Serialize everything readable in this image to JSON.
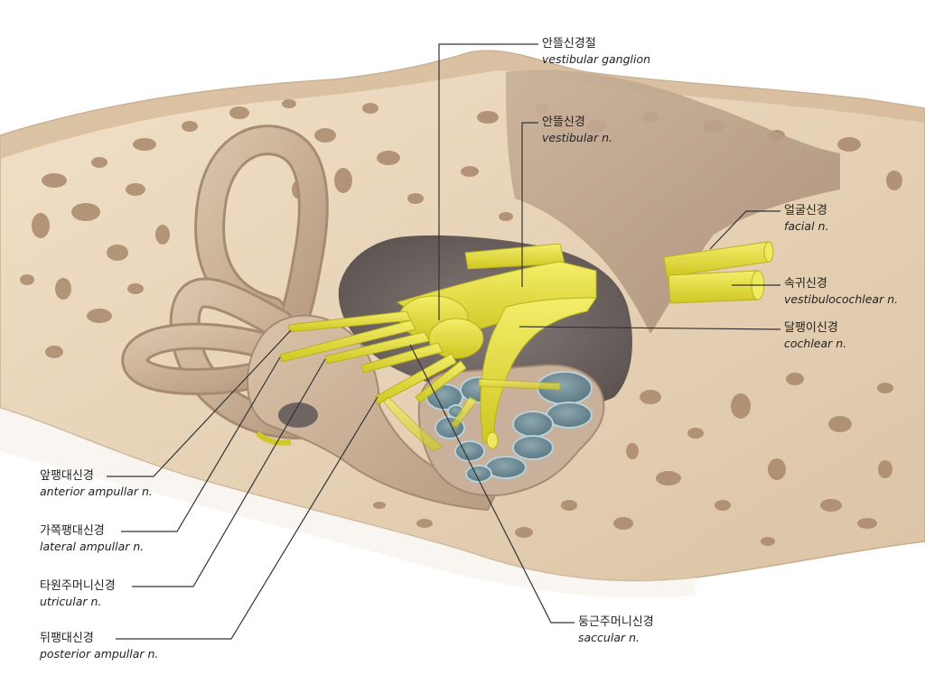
{
  "labels": {
    "vestibular_ganglion": {
      "ko": "안뜰신경절",
      "en": "vestibular ganglion"
    },
    "vestibular_nerve": {
      "ko": "안뜰신경",
      "en": "vestibular n."
    },
    "facial_nerve": {
      "ko": "얼굴신경",
      "en": "facial n."
    },
    "vestibulocochlear_nerve": {
      "ko": "속귀신경",
      "en": "vestibulocochlear n."
    },
    "cochlear_nerve": {
      "ko": "달팽이신경",
      "en": "cochlear n."
    },
    "anterior_ampullar_nerve": {
      "ko": "앞팽대신경",
      "en": "anterior ampullar n."
    },
    "lateral_ampullar_nerve": {
      "ko": "가쪽팽대신경",
      "en": "lateral ampullar n."
    },
    "utricular_nerve": {
      "ko": "타원주머니신경",
      "en": "utricular n."
    },
    "posterior_ampullar_nerve": {
      "ko": "뒤팽대신경",
      "en": "posterior ampullar n."
    },
    "saccular_nerve": {
      "ko": "둥근주머니신경",
      "en": "saccular n."
    }
  },
  "colors": {
    "bone_light": "#ead6bc",
    "bone_shadow": "#b79d84",
    "pore": "#a08467",
    "cavity": "#6e6461",
    "labyrinth": "#c7ab90",
    "nerve": "#e5df3b",
    "cochlea_turn": "#6f8c96",
    "leader_line": "#333333"
  }
}
